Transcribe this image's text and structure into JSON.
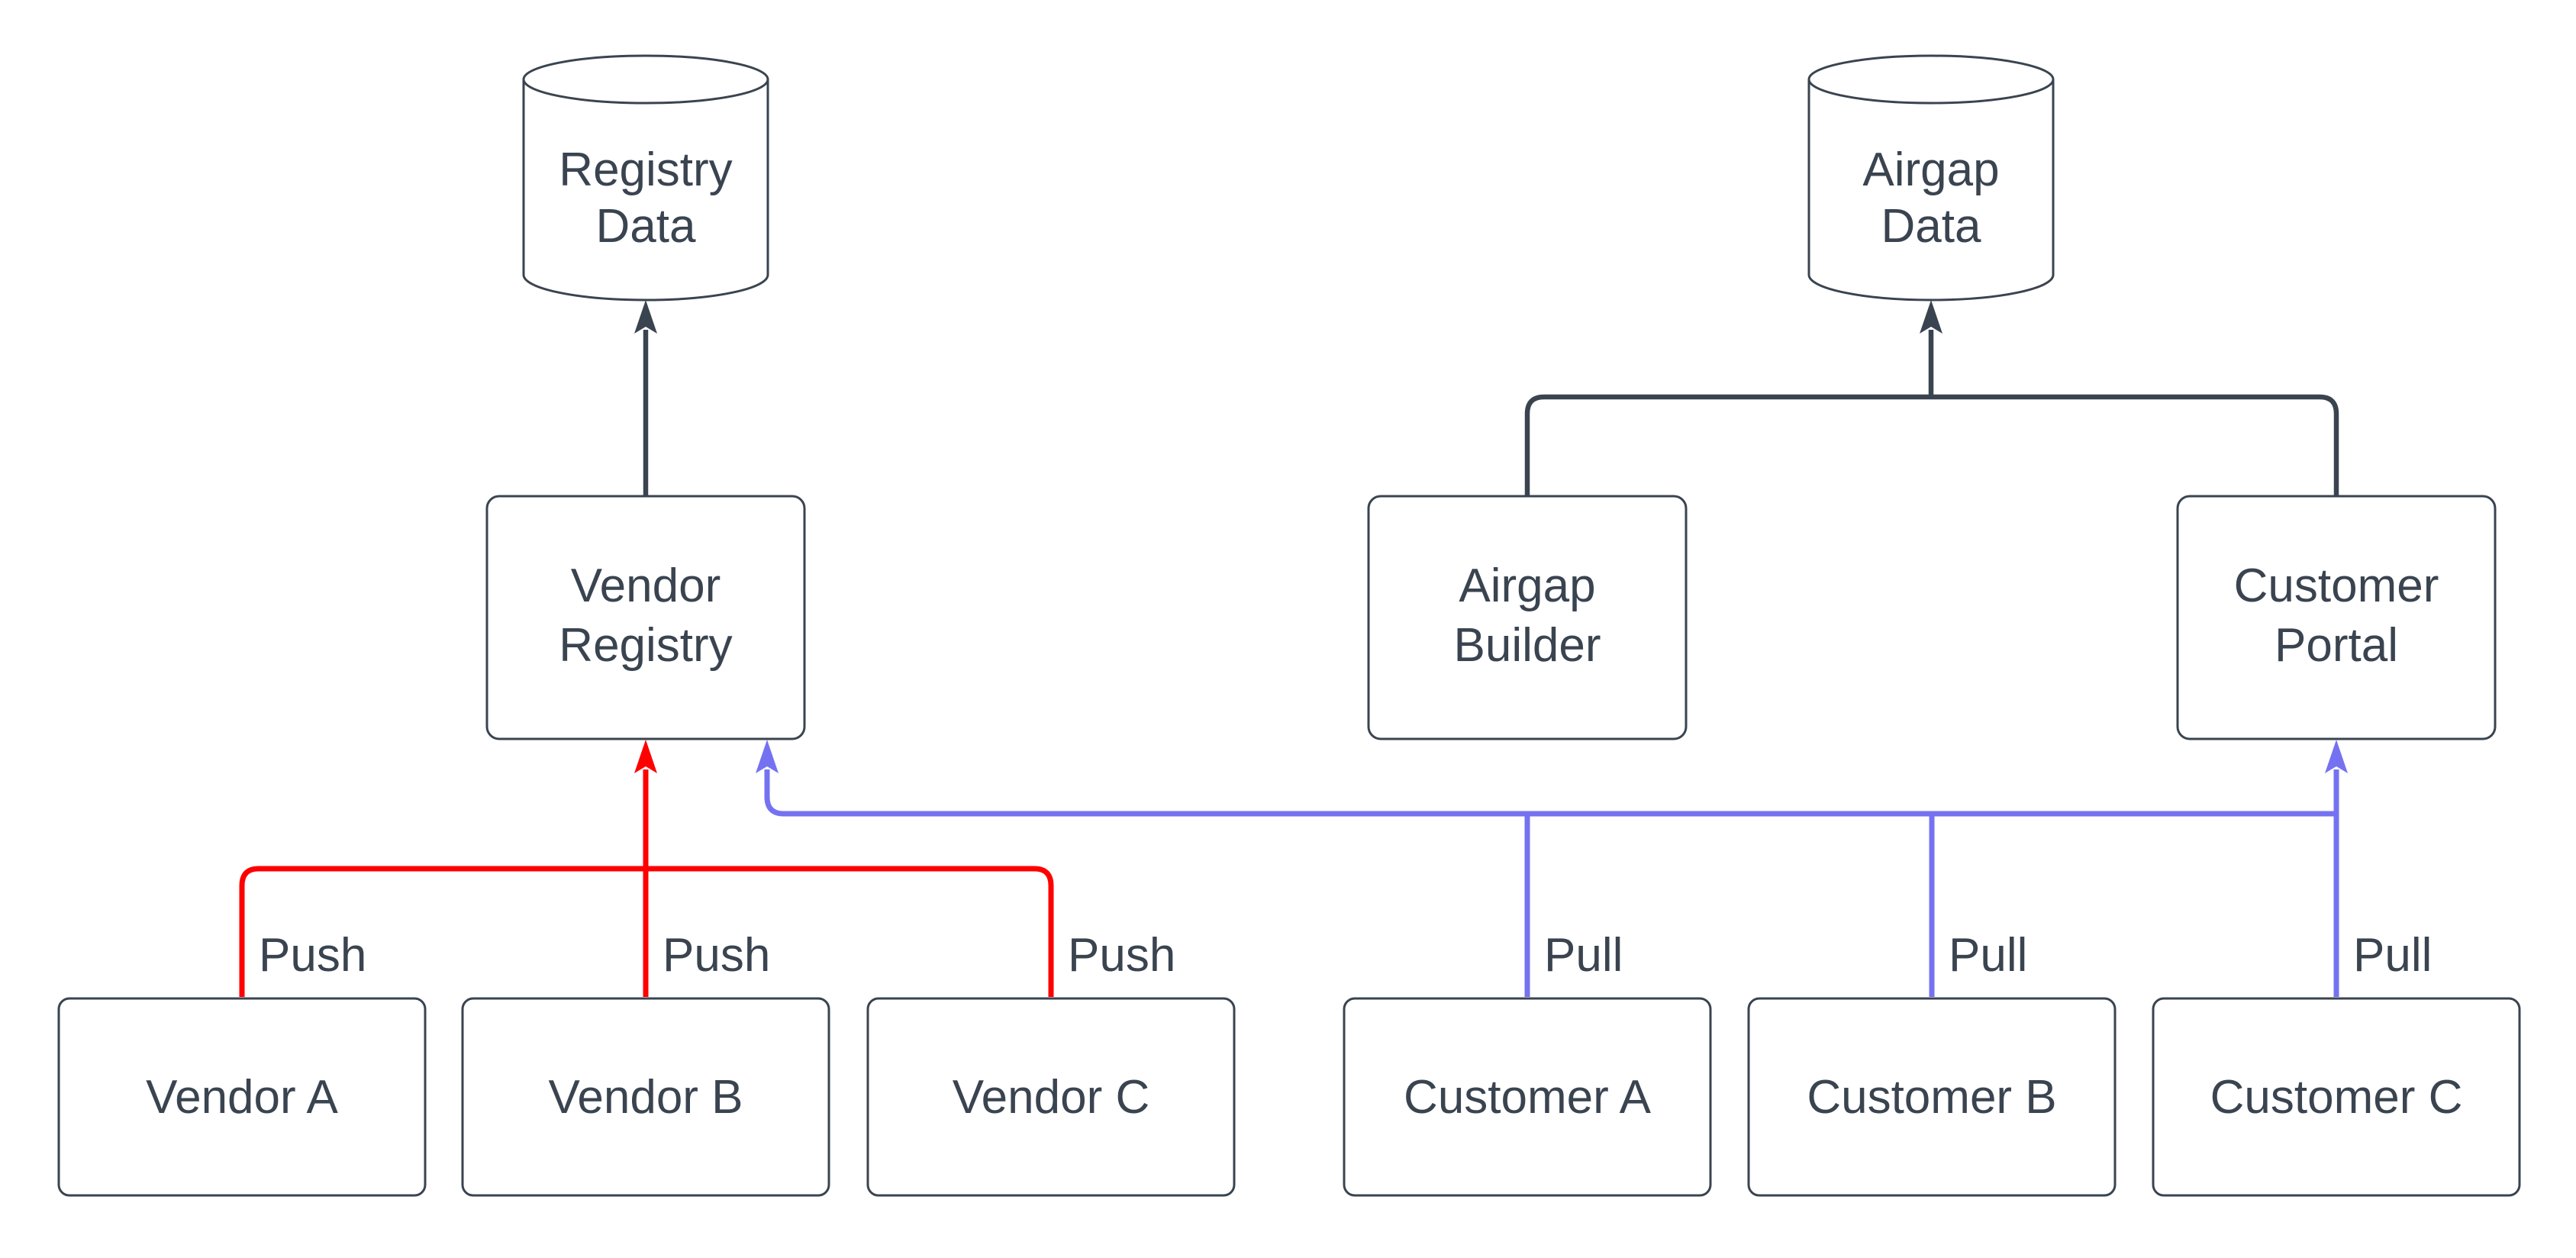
{
  "colors": {
    "stroke": "#3a4450",
    "text": "#3a4450",
    "push": "#ff0000",
    "pull": "#7572f2",
    "node_fill": "#ffffff",
    "background": "#ffffff"
  },
  "datastores": {
    "registry_data": {
      "lines": [
        "Registry",
        "Data"
      ]
    },
    "airgap_data": {
      "lines": [
        "Airgap",
        "Data"
      ]
    }
  },
  "services": {
    "vendor_registry": {
      "lines": [
        "Vendor",
        "Registry"
      ]
    },
    "airgap_builder": {
      "lines": [
        "Airgap",
        "Builder"
      ]
    },
    "customer_portal": {
      "lines": [
        "Customer",
        "Portal"
      ]
    }
  },
  "vendors": [
    {
      "label": "Vendor A"
    },
    {
      "label": "Vendor B"
    },
    {
      "label": "Vendor C"
    }
  ],
  "customers": [
    {
      "label": "Customer A"
    },
    {
      "label": "Customer B"
    },
    {
      "label": "Customer C"
    }
  ],
  "edge_labels": {
    "push": [
      "Push",
      "Push",
      "Push"
    ],
    "pull": [
      "Pull",
      "Pull",
      "Pull"
    ]
  }
}
